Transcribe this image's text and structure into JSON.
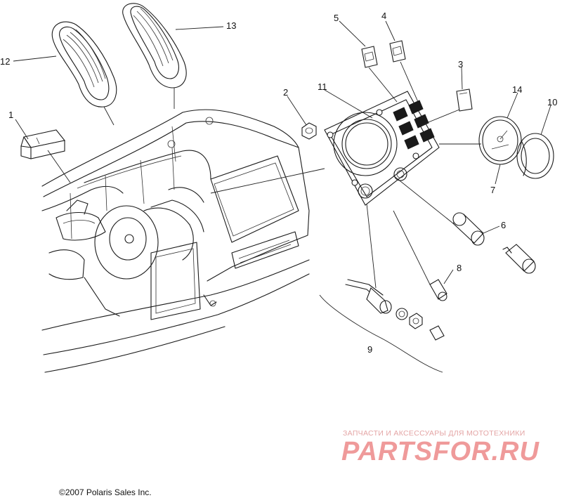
{
  "callouts": [
    "1",
    "2",
    "3",
    "4",
    "5",
    "6",
    "7",
    "8",
    "9",
    "10",
    "11",
    "12",
    "13",
    "14"
  ],
  "copyright": "©2007 Polaris Sales Inc.",
  "watermark": {
    "caption": "ЗАПЧАСТИ И АКСЕССУАРЫ ДЛЯ МОТОТЕХНИКИ",
    "logo": "PARTSFOR.RU"
  },
  "colors": {
    "line": "#1a1a1a",
    "watermark": "#ef9a9a"
  }
}
